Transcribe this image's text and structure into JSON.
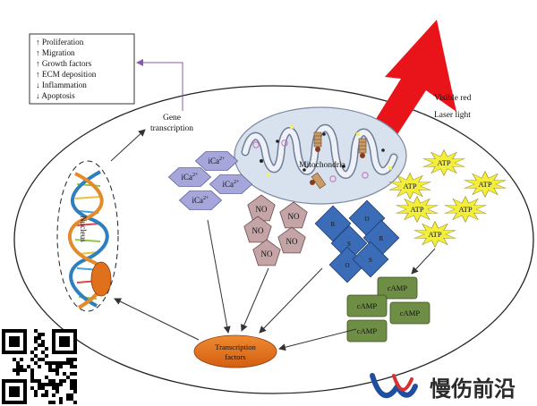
{
  "effects_box": {
    "items": [
      "↑ Proliferation",
      "↑ Migration",
      "↑ Growth factors",
      "↑ ECM deposition",
      "↓ Inflammation",
      "↓ Apoptosis"
    ]
  },
  "gene_transcription": [
    "Gene",
    "transcription"
  ],
  "laser": [
    "Visible red",
    "Laser light"
  ],
  "mitochondria_label": "Mitochondria",
  "nucleus_label": "Nucleus",
  "calcium": {
    "ion": "iCa",
    "charge": "2+"
  },
  "no_label": "NO",
  "ros_letters": [
    "R",
    "O",
    "S"
  ],
  "atp_label": "ATP",
  "camp_label": "cAMP",
  "transcription_factors": [
    "Transcription",
    "factors"
  ],
  "watermark_text": "慢伤前沿",
  "colors": {
    "laser_red": "#e8141a",
    "mitochondria_fill": "#d8e1ee",
    "calcium_fill": "#a6a6da",
    "no_fill": "#c4a4a6",
    "ros_fill": "#3a6cb8",
    "atp_fill": "#f2ee3a",
    "camp_fill": "#6f8e45",
    "tf_fill": "#e0701c"
  }
}
